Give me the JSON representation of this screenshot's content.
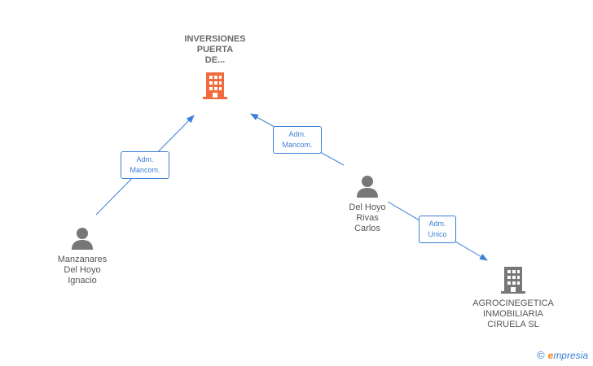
{
  "nodes": {
    "company_main": {
      "label": "INVERSIONES\nPUERTA\nDE...",
      "icon": "building-icon",
      "color": "#f26a3d"
    },
    "company_secondary": {
      "label": "AGROCINEGETICA\nINMOBILIARIA\nCIRUELA  SL",
      "icon": "building-icon",
      "color": "#777777"
    },
    "person_manzanares": {
      "label": "Manzanares\nDel Hoyo\nIgnacio",
      "icon": "person-icon"
    },
    "person_del_hoyo": {
      "label": "Del Hoyo\nRivas\nCarlos",
      "icon": "person-icon"
    }
  },
  "edges": {
    "manzanares_to_main": "Adm.\nMancom.",
    "del_hoyo_to_main": "Adm.\nMancom.",
    "del_hoyo_to_secondary": "Adm.\nUnico"
  },
  "brand": {
    "copyright": "©",
    "e": "e",
    "rest": "mpresia"
  },
  "colors": {
    "edge": "#3a7fd5",
    "person": "#777777"
  }
}
